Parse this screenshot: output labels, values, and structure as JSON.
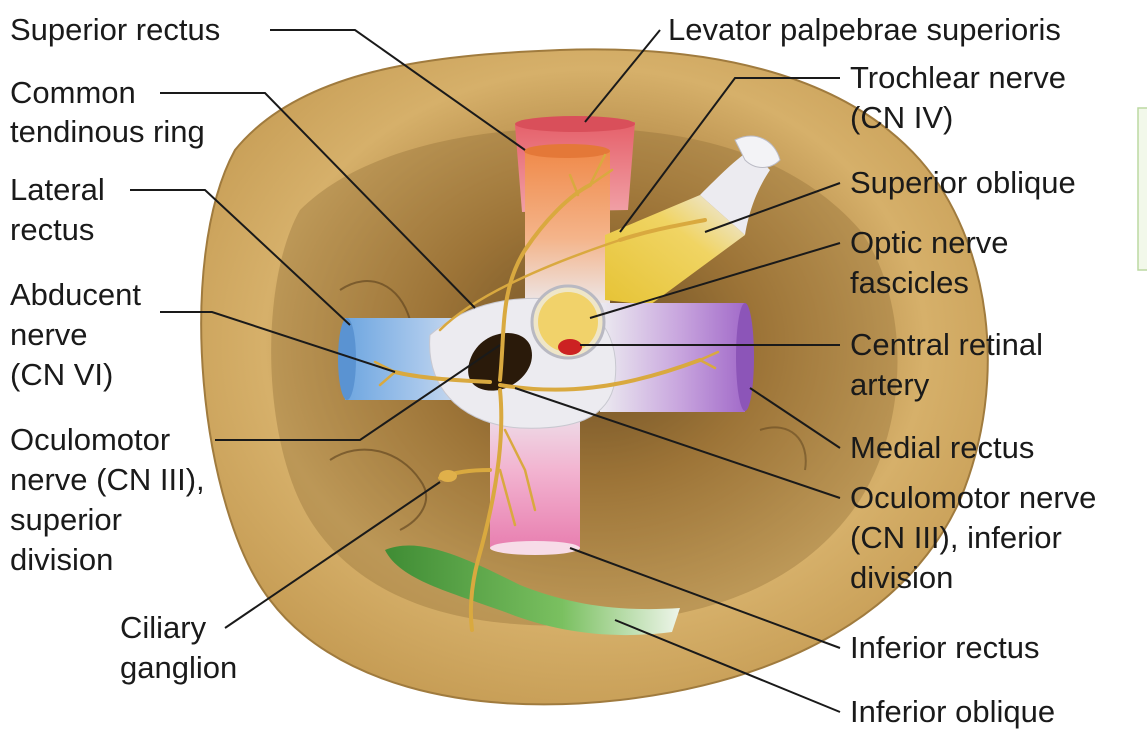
{
  "labels": {
    "superior_rectus": "Superior rectus",
    "levator": "Levator palpebrae superioris",
    "common_ring_1": "Common",
    "common_ring_2": "tendinous ring",
    "trochlear_1": "Trochlear nerve",
    "trochlear_2": "(CN IV)",
    "lateral_rectus_1": "Lateral",
    "lateral_rectus_2": "rectus",
    "superior_oblique": "Superior oblique",
    "optic_1": "Optic nerve",
    "optic_2": "fascicles",
    "abducent_1": "Abducent",
    "abducent_2": "nerve",
    "abducent_3": "(CN VI)",
    "central_retinal_1": "Central retinal",
    "central_retinal_2": "artery",
    "medial_rectus": "Medial rectus",
    "oculo_sup_1": "Oculomotor",
    "oculo_sup_2": "nerve (CN III),",
    "oculo_sup_3": "superior",
    "oculo_sup_4": "division",
    "oculo_inf_1": "Oculomotor nerve",
    "oculo_inf_2": "(CN III), inferior",
    "oculo_inf_3": "division",
    "ciliary_1": "Ciliary",
    "ciliary_2": "ganglion",
    "inferior_rectus": "Inferior rectus",
    "inferior_oblique": "Inferior oblique"
  },
  "colors": {
    "bone": "#d9b36a",
    "bone_dark": "#b8893f",
    "superior_rectus": "#f08a4a",
    "levator": "#e5606a",
    "lateral_rectus": "#6ea6e0",
    "medial_rectus": "#a26bc9",
    "inferior_rectus": "#e87fb0",
    "superior_oblique": "#e6c335",
    "inferior_oblique": "#56a845",
    "tendon": "#e9e9ee",
    "nerve": "#d9a93f",
    "artery": "#cc2222"
  }
}
